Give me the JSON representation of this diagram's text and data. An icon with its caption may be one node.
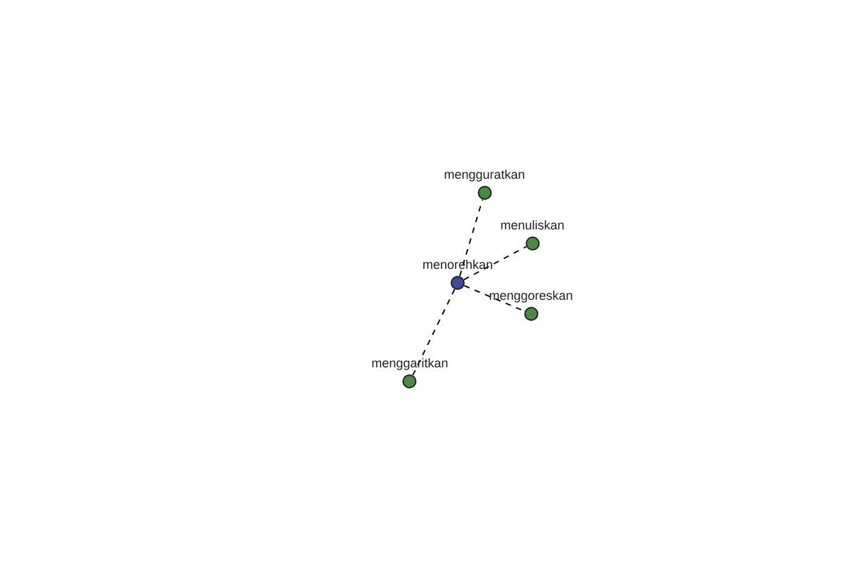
{
  "diagram": {
    "nodes": [
      {
        "text": [
          "menorehkan"
        ]
      },
      {
        "text": [
          "mengguratkan"
        ]
      },
      {
        "text": [
          "menuliskan"
        ]
      },
      {
        "text": [
          "menggoreskan"
        ]
      },
      {
        "text": [
          "menggaritkan"
        ]
      }
    ],
    "edges": [
      {
        "from": 0,
        "to": 1,
        "arrow": "none",
        "style": "dashed"
      },
      {
        "from": 0,
        "to": 2,
        "arrow": "none",
        "style": "dashed"
      },
      {
        "from": 0,
        "to": 3,
        "arrow": "none",
        "style": "dashed"
      },
      {
        "from": 0,
        "to": 4,
        "arrow": "none",
        "style": "dashed"
      }
    ]
  }
}
